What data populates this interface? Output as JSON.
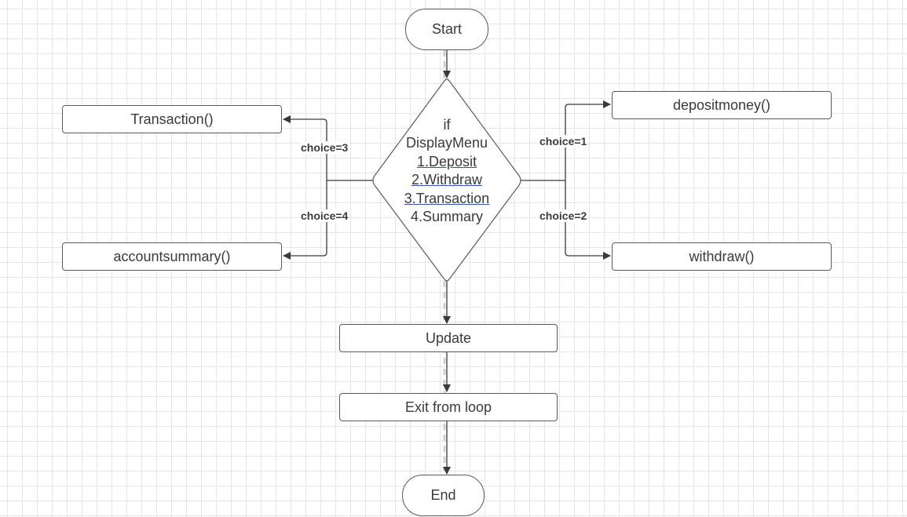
{
  "nodes": {
    "start": "Start",
    "decision": {
      "line1": "if",
      "line2": "DisplayMenu",
      "options": [
        "1.Deposit",
        "2.Withdraw",
        "3.Transaction",
        "4.Summary"
      ]
    },
    "transaction": "Transaction()",
    "account_summary": "accountsummary()",
    "deposit_money": "depositmoney()",
    "withdraw": "withdraw()",
    "update": "Update",
    "exit_loop": "Exit from loop",
    "end": "End"
  },
  "edges": {
    "choice1": "choice=1",
    "choice2": "choice=2",
    "choice3": "choice=3",
    "choice4": "choice=4"
  },
  "colors": {
    "stroke": "#5a5a5a",
    "text": "#3a3a3a",
    "grid": "#e6e6e6",
    "underline": "#3b4cc0"
  }
}
